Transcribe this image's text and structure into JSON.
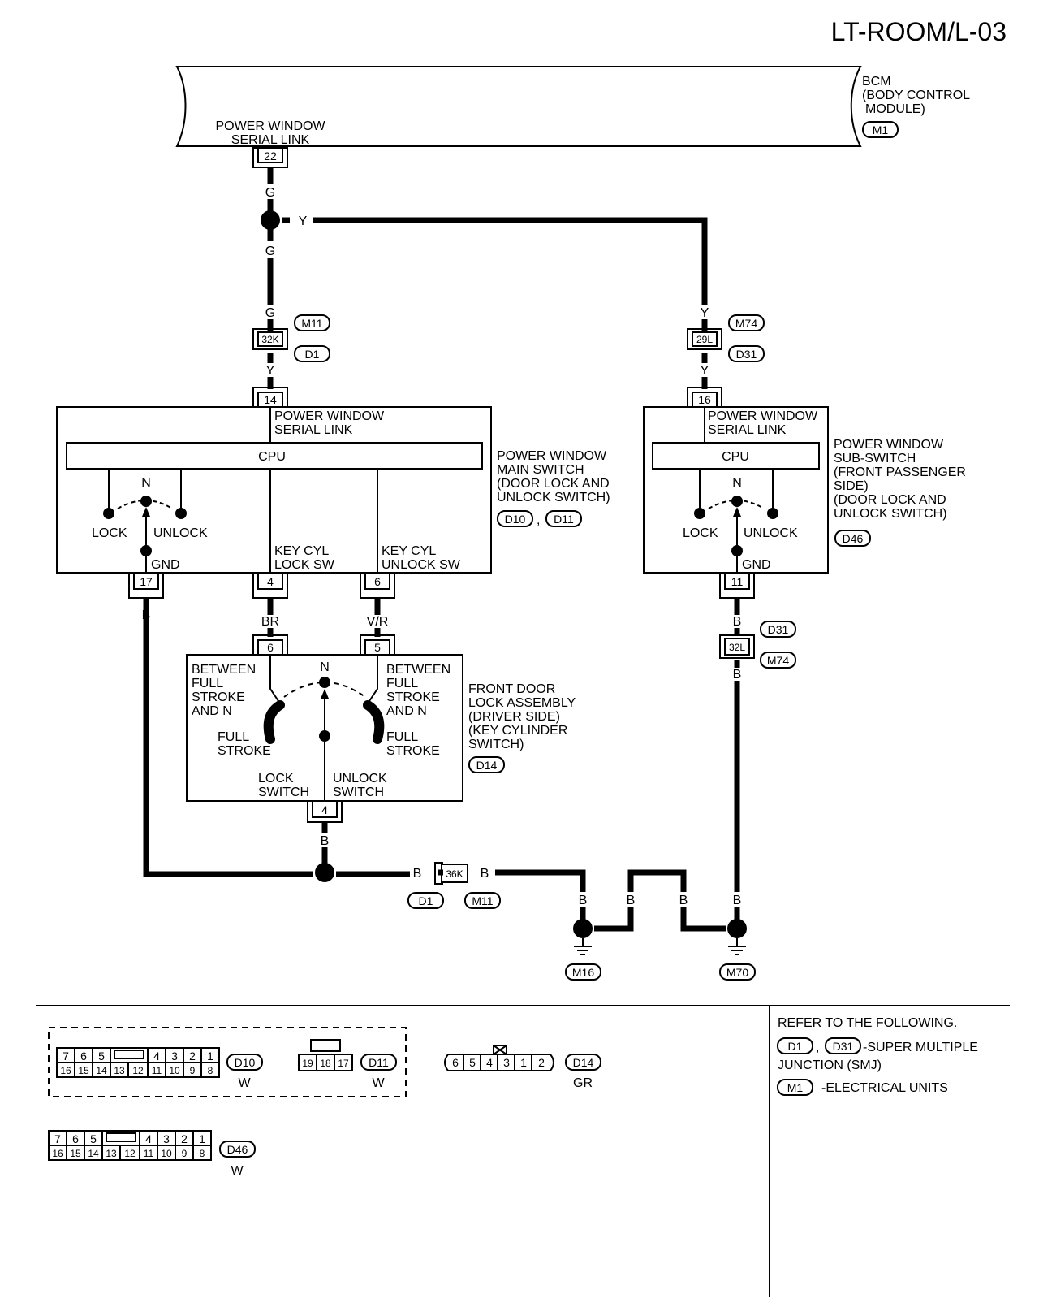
{
  "title": "LT-ROOM/L-03",
  "bcm": {
    "name_lines": [
      "BCM",
      "(BODY CONTROL",
      "MODULE)"
    ],
    "connector": "M1",
    "signal_lines": [
      "POWER WINDOW",
      "SERIAL LINK"
    ],
    "terminal": "22"
  },
  "wire_colors": {
    "g1": "G",
    "g2": "G",
    "g3": "G",
    "y_branch": "Y",
    "y_main": "Y",
    "y_sub1": "Y",
    "y_sub2": "Y",
    "br": "BR",
    "vr": "V/R",
    "b_main": "B",
    "b_sub1": "B",
    "b_sub2": "B",
    "b_d14": "B",
    "b_j1": "B",
    "b_j2": "B",
    "b_g1": "B",
    "b_g2": "B",
    "b_g3": "B",
    "b_g4": "B"
  },
  "joints": {
    "j_main": {
      "terminal": "32K",
      "top": "M11",
      "bottom": "D1"
    },
    "j_sub": {
      "terminal": "29L",
      "top": "M74",
      "bottom": "D31"
    },
    "j_gnd_sub": {
      "terminal": "32L",
      "top": "D31",
      "bottom": "M74"
    },
    "j_gnd": {
      "terminal": "36K",
      "left": "D1",
      "right": "M11"
    }
  },
  "main_switch": {
    "terminal_top": "14",
    "signal_lines": [
      "POWER WINDOW",
      "SERIAL LINK"
    ],
    "cpu": "CPU",
    "n": "N",
    "lock": "LOCK",
    "unlock": "UNLOCK",
    "gnd": "GND",
    "key_lock_lines": [
      "KEY CYL",
      "LOCK SW"
    ],
    "key_unlock_lines": [
      "KEY CYL",
      "UNLOCK SW"
    ],
    "terminals_bottom": [
      "17",
      "4",
      "6"
    ],
    "name_lines": [
      "POWER WINDOW",
      "MAIN SWITCH",
      "(DOOR LOCK AND",
      " UNLOCK SWITCH)"
    ],
    "connectors": [
      "D10",
      "D11"
    ],
    "sep": ","
  },
  "sub_switch": {
    "terminal_top": "16",
    "signal_lines": [
      "POWER WINDOW",
      "SERIAL LINK"
    ],
    "cpu": "CPU",
    "n": "N",
    "lock": "LOCK",
    "unlock": "UNLOCK",
    "gnd": "GND",
    "terminal_bottom": "11",
    "name_lines": [
      "POWER WINDOW",
      "SUB-SWITCH",
      "(FRONT PASSENGER",
      " SIDE)",
      "(DOOR LOCK AND",
      " UNLOCK SWITCH)"
    ],
    "connector": "D46"
  },
  "door_lock": {
    "terminals_top": [
      "6",
      "5"
    ],
    "n": "N",
    "left_lines": [
      "BETWEEN",
      "FULL",
      "STROKE",
      "AND N"
    ],
    "right_lines": [
      "BETWEEN",
      "FULL",
      "STROKE",
      "AND N"
    ],
    "full_left_lines": [
      "FULL",
      "STROKE"
    ],
    "full_right_lines": [
      "FULL",
      "STROKE"
    ],
    "lock_lines": [
      "LOCK",
      "SWITCH"
    ],
    "unlock_lines": [
      "UNLOCK",
      "SWITCH"
    ],
    "terminal_bottom": "4",
    "name_lines": [
      "FRONT DOOR",
      "LOCK ASSEMBLY",
      "(DRIVER SIDE)",
      "(KEY CYLINDER",
      " SWITCH)"
    ],
    "connector": "D14"
  },
  "grounds": [
    "M16",
    "M70"
  ],
  "connector_views": {
    "d10": {
      "top": [
        "7",
        "6",
        "5",
        "4",
        "3",
        "2",
        "1"
      ],
      "bottom": [
        "16",
        "15",
        "14",
        "13",
        "12",
        "11",
        "10",
        "9",
        "8"
      ],
      "id": "D10",
      "color": "W"
    },
    "d11": {
      "pins": [
        "19",
        "18",
        "17"
      ],
      "id": "D11",
      "color": "W"
    },
    "d14": {
      "pins": [
        "6",
        "5",
        "4",
        "3",
        "1",
        "2"
      ],
      "id": "D14",
      "color": "GR"
    },
    "d46": {
      "top": [
        "7",
        "6",
        "5",
        "4",
        "3",
        "2",
        "1"
      ],
      "bottom": [
        "16",
        "15",
        "14",
        "13",
        "12",
        "11",
        "10",
        "9",
        "8"
      ],
      "id": "D46",
      "color": "W"
    }
  },
  "refer": {
    "heading": "REFER TO THE FOLLOWING.",
    "c1": "D1",
    "sep": ",",
    "c2": "D31",
    "smj_text": "-SUPER MULTIPLE",
    "smj_text2": "JUNCTION (SMJ)",
    "c3": "M1",
    "eu_text": "-ELECTRICAL UNITS"
  }
}
